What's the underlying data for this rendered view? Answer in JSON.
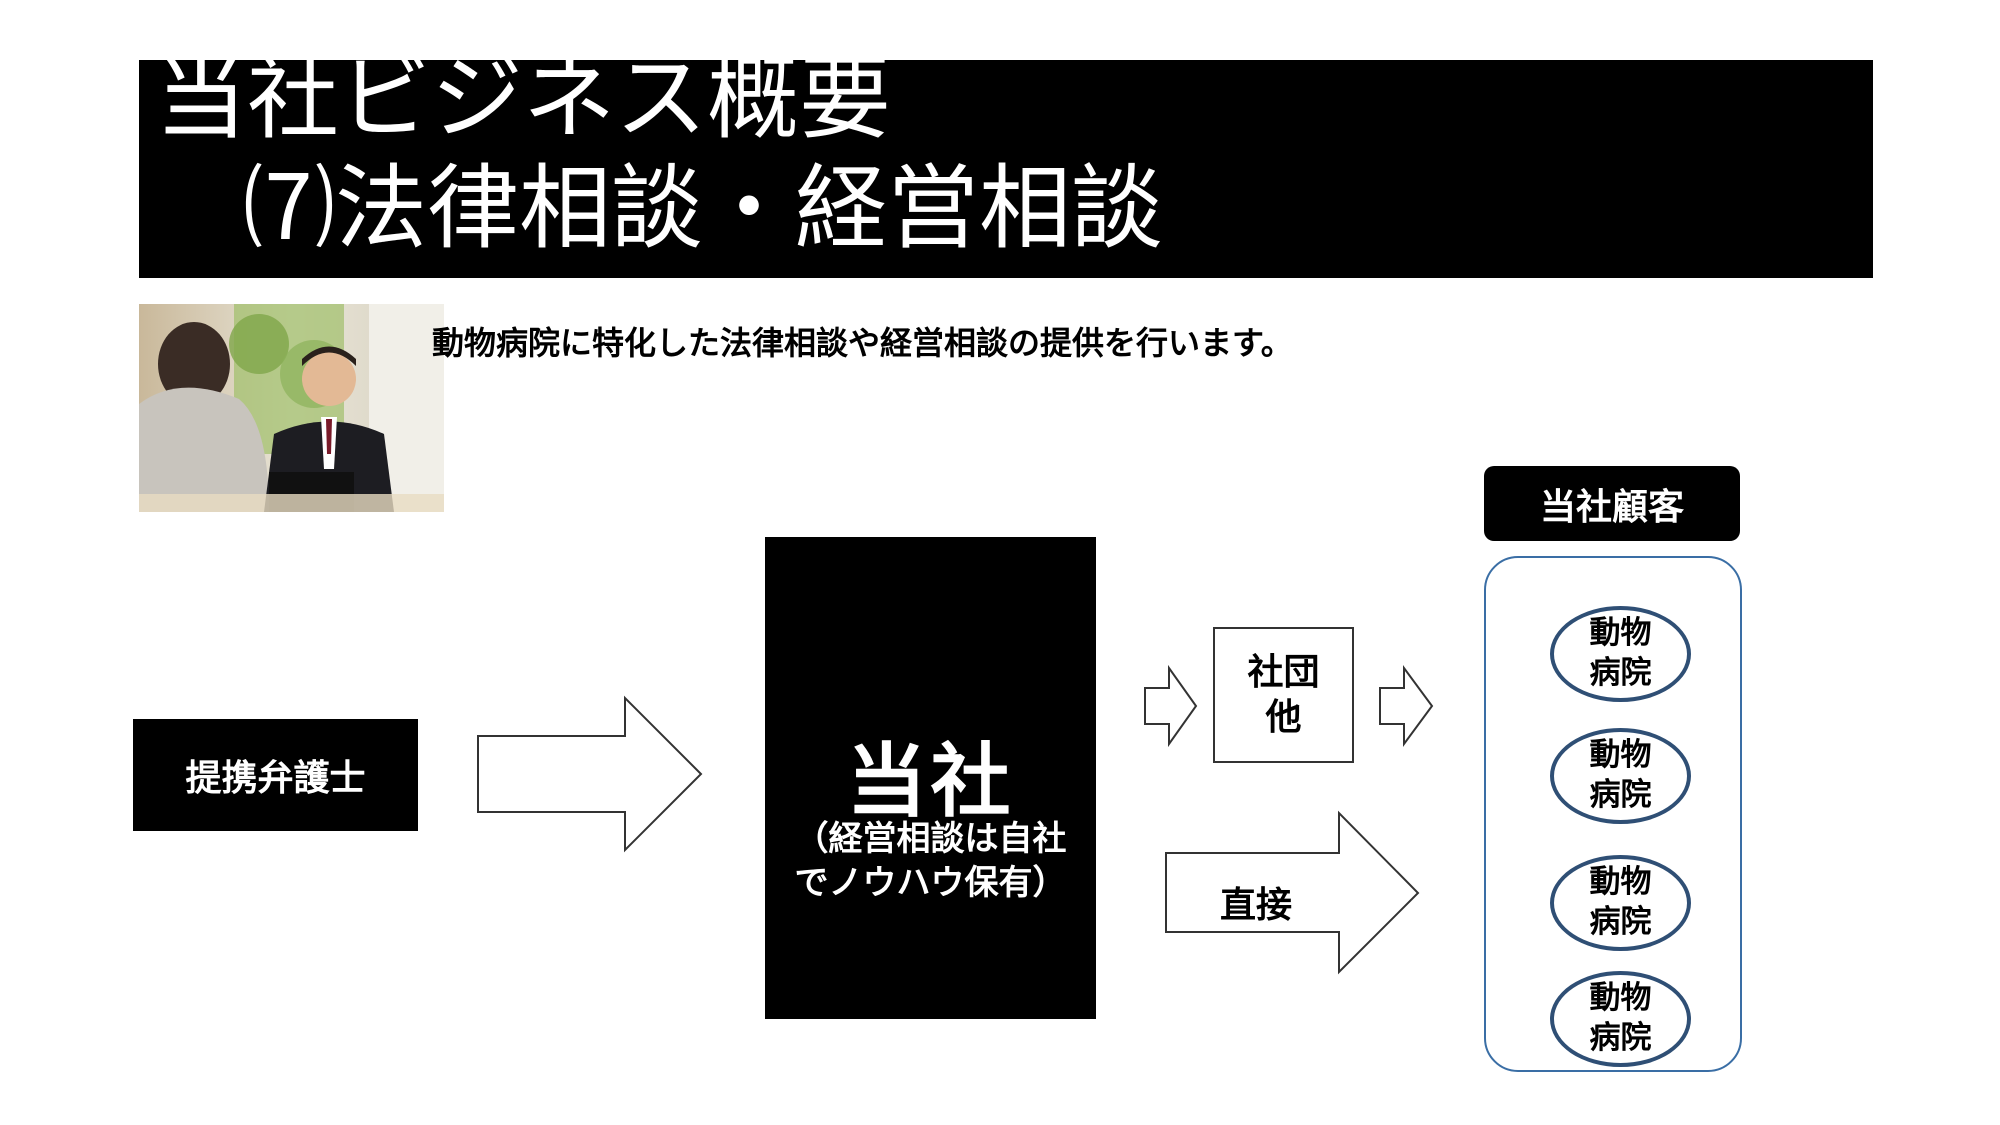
{
  "title": {
    "line1": "当社ビジネス概要",
    "line2": "⑺法律相談・経営相談"
  },
  "subtitle": "動物病院に特化した法律相談や経営相談の提供を行います。",
  "partner_label": "提携弁護士",
  "company": {
    "name": "当社",
    "note_line1": "（経営相談は自社",
    "note_line2": "でノウハウ保有）"
  },
  "association": {
    "line1": "社団",
    "line2": "他"
  },
  "direct_label": "直接",
  "customers": {
    "header": "当社顧客",
    "items": [
      {
        "line1": "動物",
        "line2": "病院"
      },
      {
        "line1": "動物",
        "line2": "病院"
      },
      {
        "line1": "動物",
        "line2": "病院"
      },
      {
        "line1": "動物",
        "line2": "病院"
      }
    ]
  },
  "colors": {
    "customer_border": "#3a6ea5",
    "hospital_border": "#2f4f75"
  }
}
